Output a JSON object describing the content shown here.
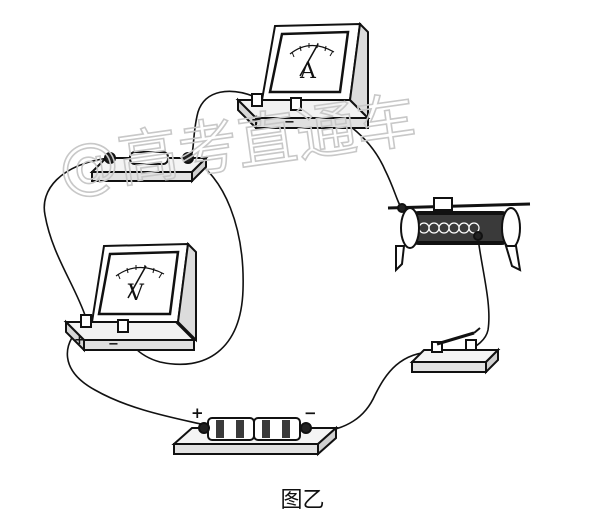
{
  "figure": {
    "caption": "图乙",
    "watermark": "@高考直通车"
  },
  "ammeter": {
    "symbol": "A",
    "terminal_plus": "+",
    "terminal_minus": "−"
  },
  "voltmeter": {
    "symbol": "V",
    "terminal_plus": "+",
    "terminal_minus": "−"
  },
  "battery": {
    "terminal_plus": "+",
    "terminal_minus": "−"
  },
  "colors": {
    "stroke": "#111111",
    "watermark": "#c8c8c8",
    "background": "#ffffff"
  }
}
